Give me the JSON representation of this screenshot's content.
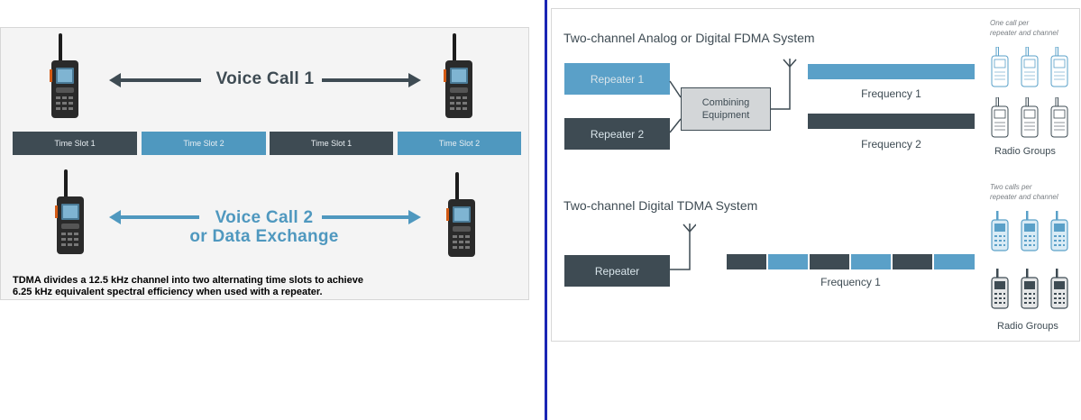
{
  "left": {
    "voice_call_1": "Voice Call 1",
    "voice_call_2_line1": "Voice Call 2",
    "voice_call_2_line2": "or Data Exchange",
    "time_slots": [
      "Time Slot 1",
      "Time Slot 2",
      "Time Slot 1",
      "Time Slot 2"
    ],
    "caption_line1": "TDMA divides a 12.5 kHz channel into two alternating time slots to achieve",
    "caption_line2": "6.25 kHz equivalent spectral efficiency when used with a repeater.",
    "colors": {
      "dark": "#3e4b53",
      "blue": "#4f98bf"
    }
  },
  "right": {
    "fdma_title": "Two-channel Analog or Digital FDMA System",
    "repeater_1": "Repeater 1",
    "repeater_2": "Repeater 2",
    "combining_line1": "Combining",
    "combining_line2": "Equipment",
    "frequency_1": "Frequency 1",
    "frequency_2": "Frequency 2",
    "note_fdma_line1": "One call per",
    "note_fdma_line2": "repeater and channel",
    "radio_groups_1": "Radio Groups",
    "tdma_title": "Two-channel Digital TDMA System",
    "repeater": "Repeater",
    "tdma_frequency": "Frequency 1",
    "note_tdma_line1": "Two calls per",
    "note_tdma_line2": "repeater and channel",
    "radio_groups_2": "Radio Groups",
    "colors": {
      "dark": "#3e4b53",
      "blue": "#5aa0c8",
      "divider": "#1b25b4"
    }
  }
}
